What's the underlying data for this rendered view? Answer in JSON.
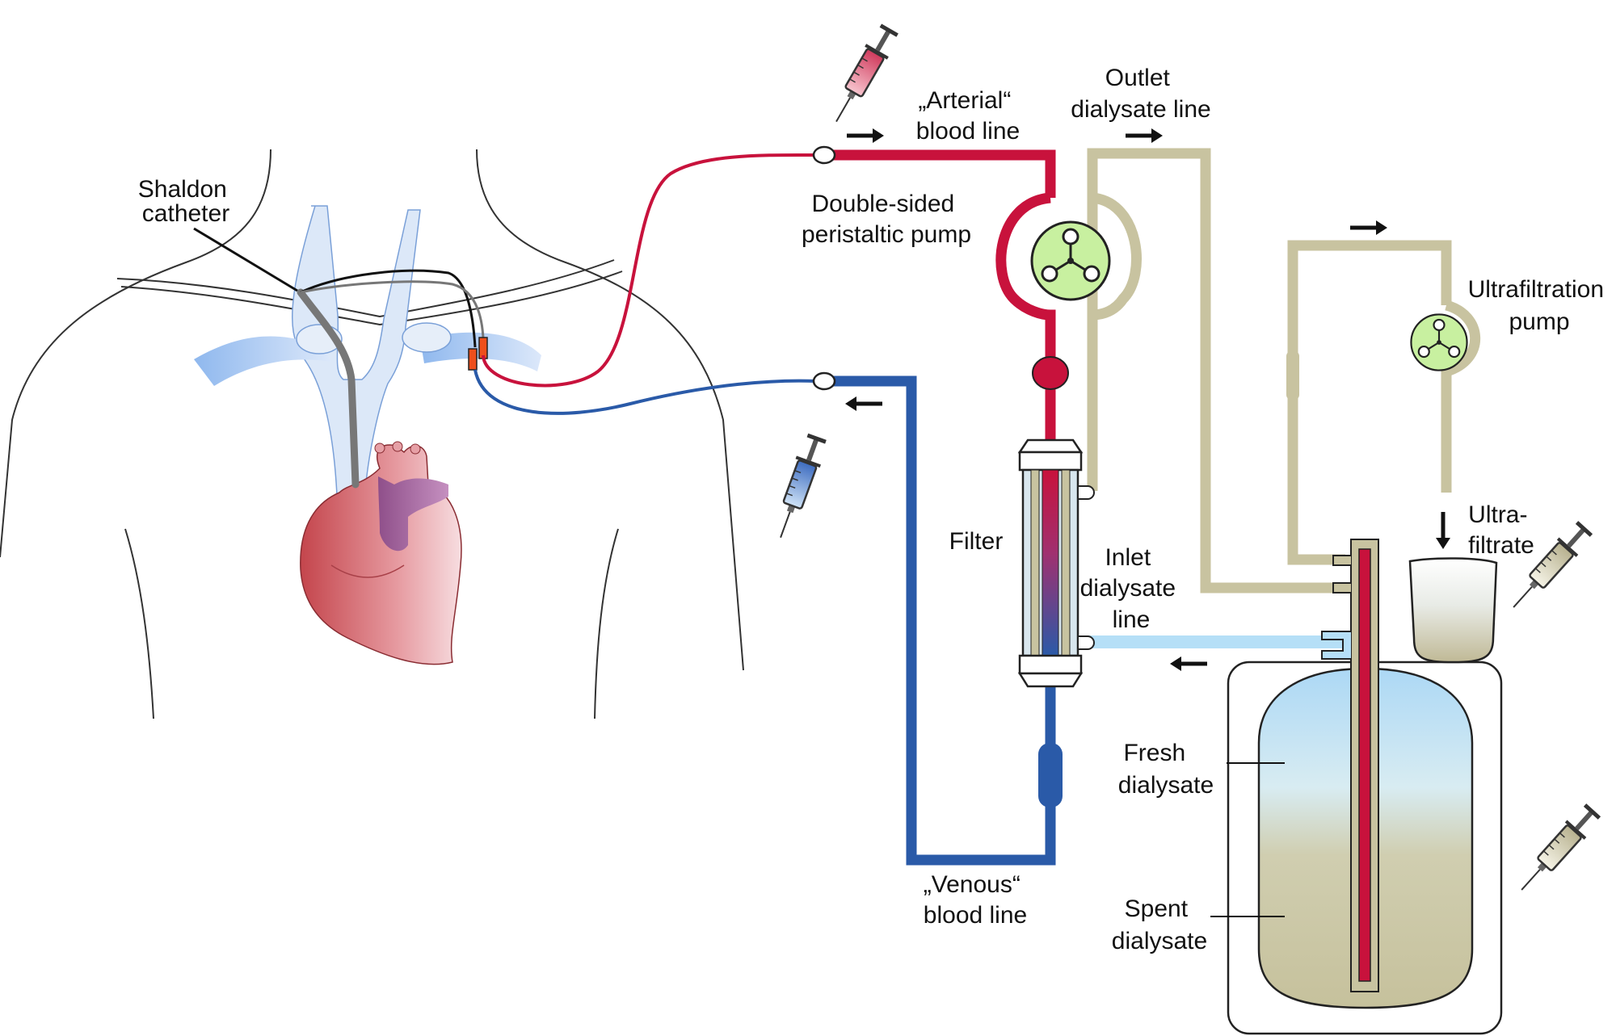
{
  "labels": {
    "shaldon_catheter": [
      "Shaldon",
      "catheter"
    ],
    "arterial_blood_line": [
      "„Arterial“",
      "blood line"
    ],
    "outlet_dialysate_line": [
      "Outlet",
      "dialysate line"
    ],
    "double_sided_pump": [
      "Double-sided",
      "peristaltic pump"
    ],
    "ultrafiltration_pump": [
      "Ultrafiltration",
      "pump"
    ],
    "ultrafiltrate": [
      "Ultra-",
      "filtrate"
    ],
    "filter": [
      "Filter"
    ],
    "inlet_dialysate_line": [
      "Inlet",
      "dialysate",
      "line"
    ],
    "fresh_dialysate": [
      "Fresh",
      "dialysate"
    ],
    "spent_dialysate": [
      "Spent",
      "dialysate"
    ],
    "venous_blood_line": [
      "„Venous“",
      "blood line"
    ]
  },
  "colors": {
    "arterial_red": "#c8123c",
    "venous_blue": "#2a5aa8",
    "dialysate_khaki": "#c8c3a0",
    "fresh_dialysate_blue": "#acd8f5",
    "inlet_line_blue": "#b5dff7",
    "pump_rotor_green": "#c8f0a0",
    "heart_red": "#d8656c",
    "catheter_orange": "#ee4f1c"
  },
  "icons": [
    "syringe-icon",
    "heart-icon",
    "peristaltic-pump-icon",
    "flow-arrow-icon"
  ]
}
